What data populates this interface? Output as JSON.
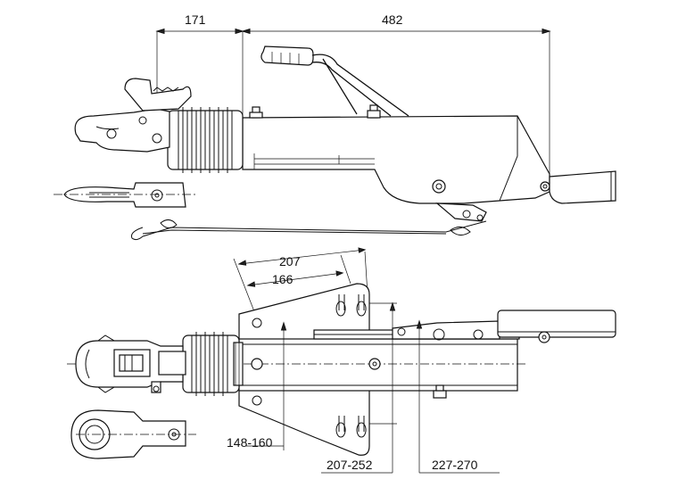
{
  "dimensions": {
    "top_left": "171",
    "top_right": "482",
    "bolt_outer": "207",
    "bolt_inner": "166",
    "height_left": "148-160",
    "width_middle": "207-252",
    "width_right": "227-270"
  }
}
